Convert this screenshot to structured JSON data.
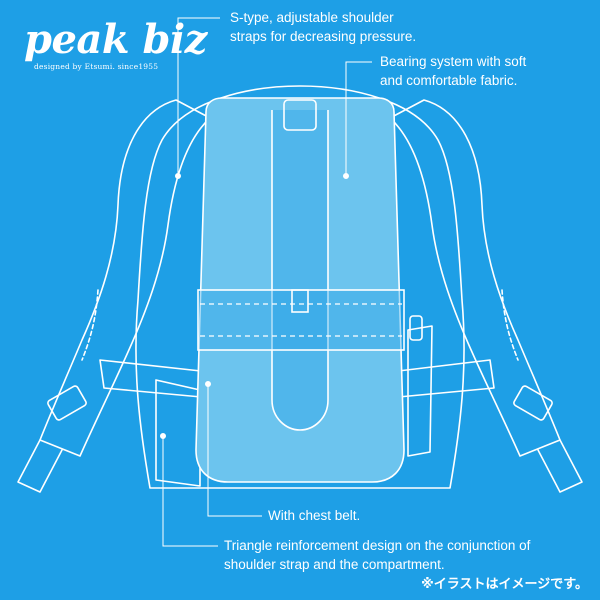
{
  "logo": {
    "title": "peak biz",
    "subtitle": "designed by Etsumi.   since1955"
  },
  "callouts": {
    "shoulder_straps": [
      "S-type, adjustable shoulder",
      "straps for decreasing pressure."
    ],
    "bearing_system": [
      "Bearing system with soft",
      "and comfortable  fabric."
    ],
    "chest_belt": "With chest belt.",
    "triangle": [
      "Triangle reinforcement design on the conjunction of",
      "shoulder strap and the compartment."
    ]
  },
  "note": "※イラストはイメージです。",
  "colors": {
    "background": "#1e9fe6",
    "panel": "#6cc4ee",
    "line": "#ffffff"
  }
}
